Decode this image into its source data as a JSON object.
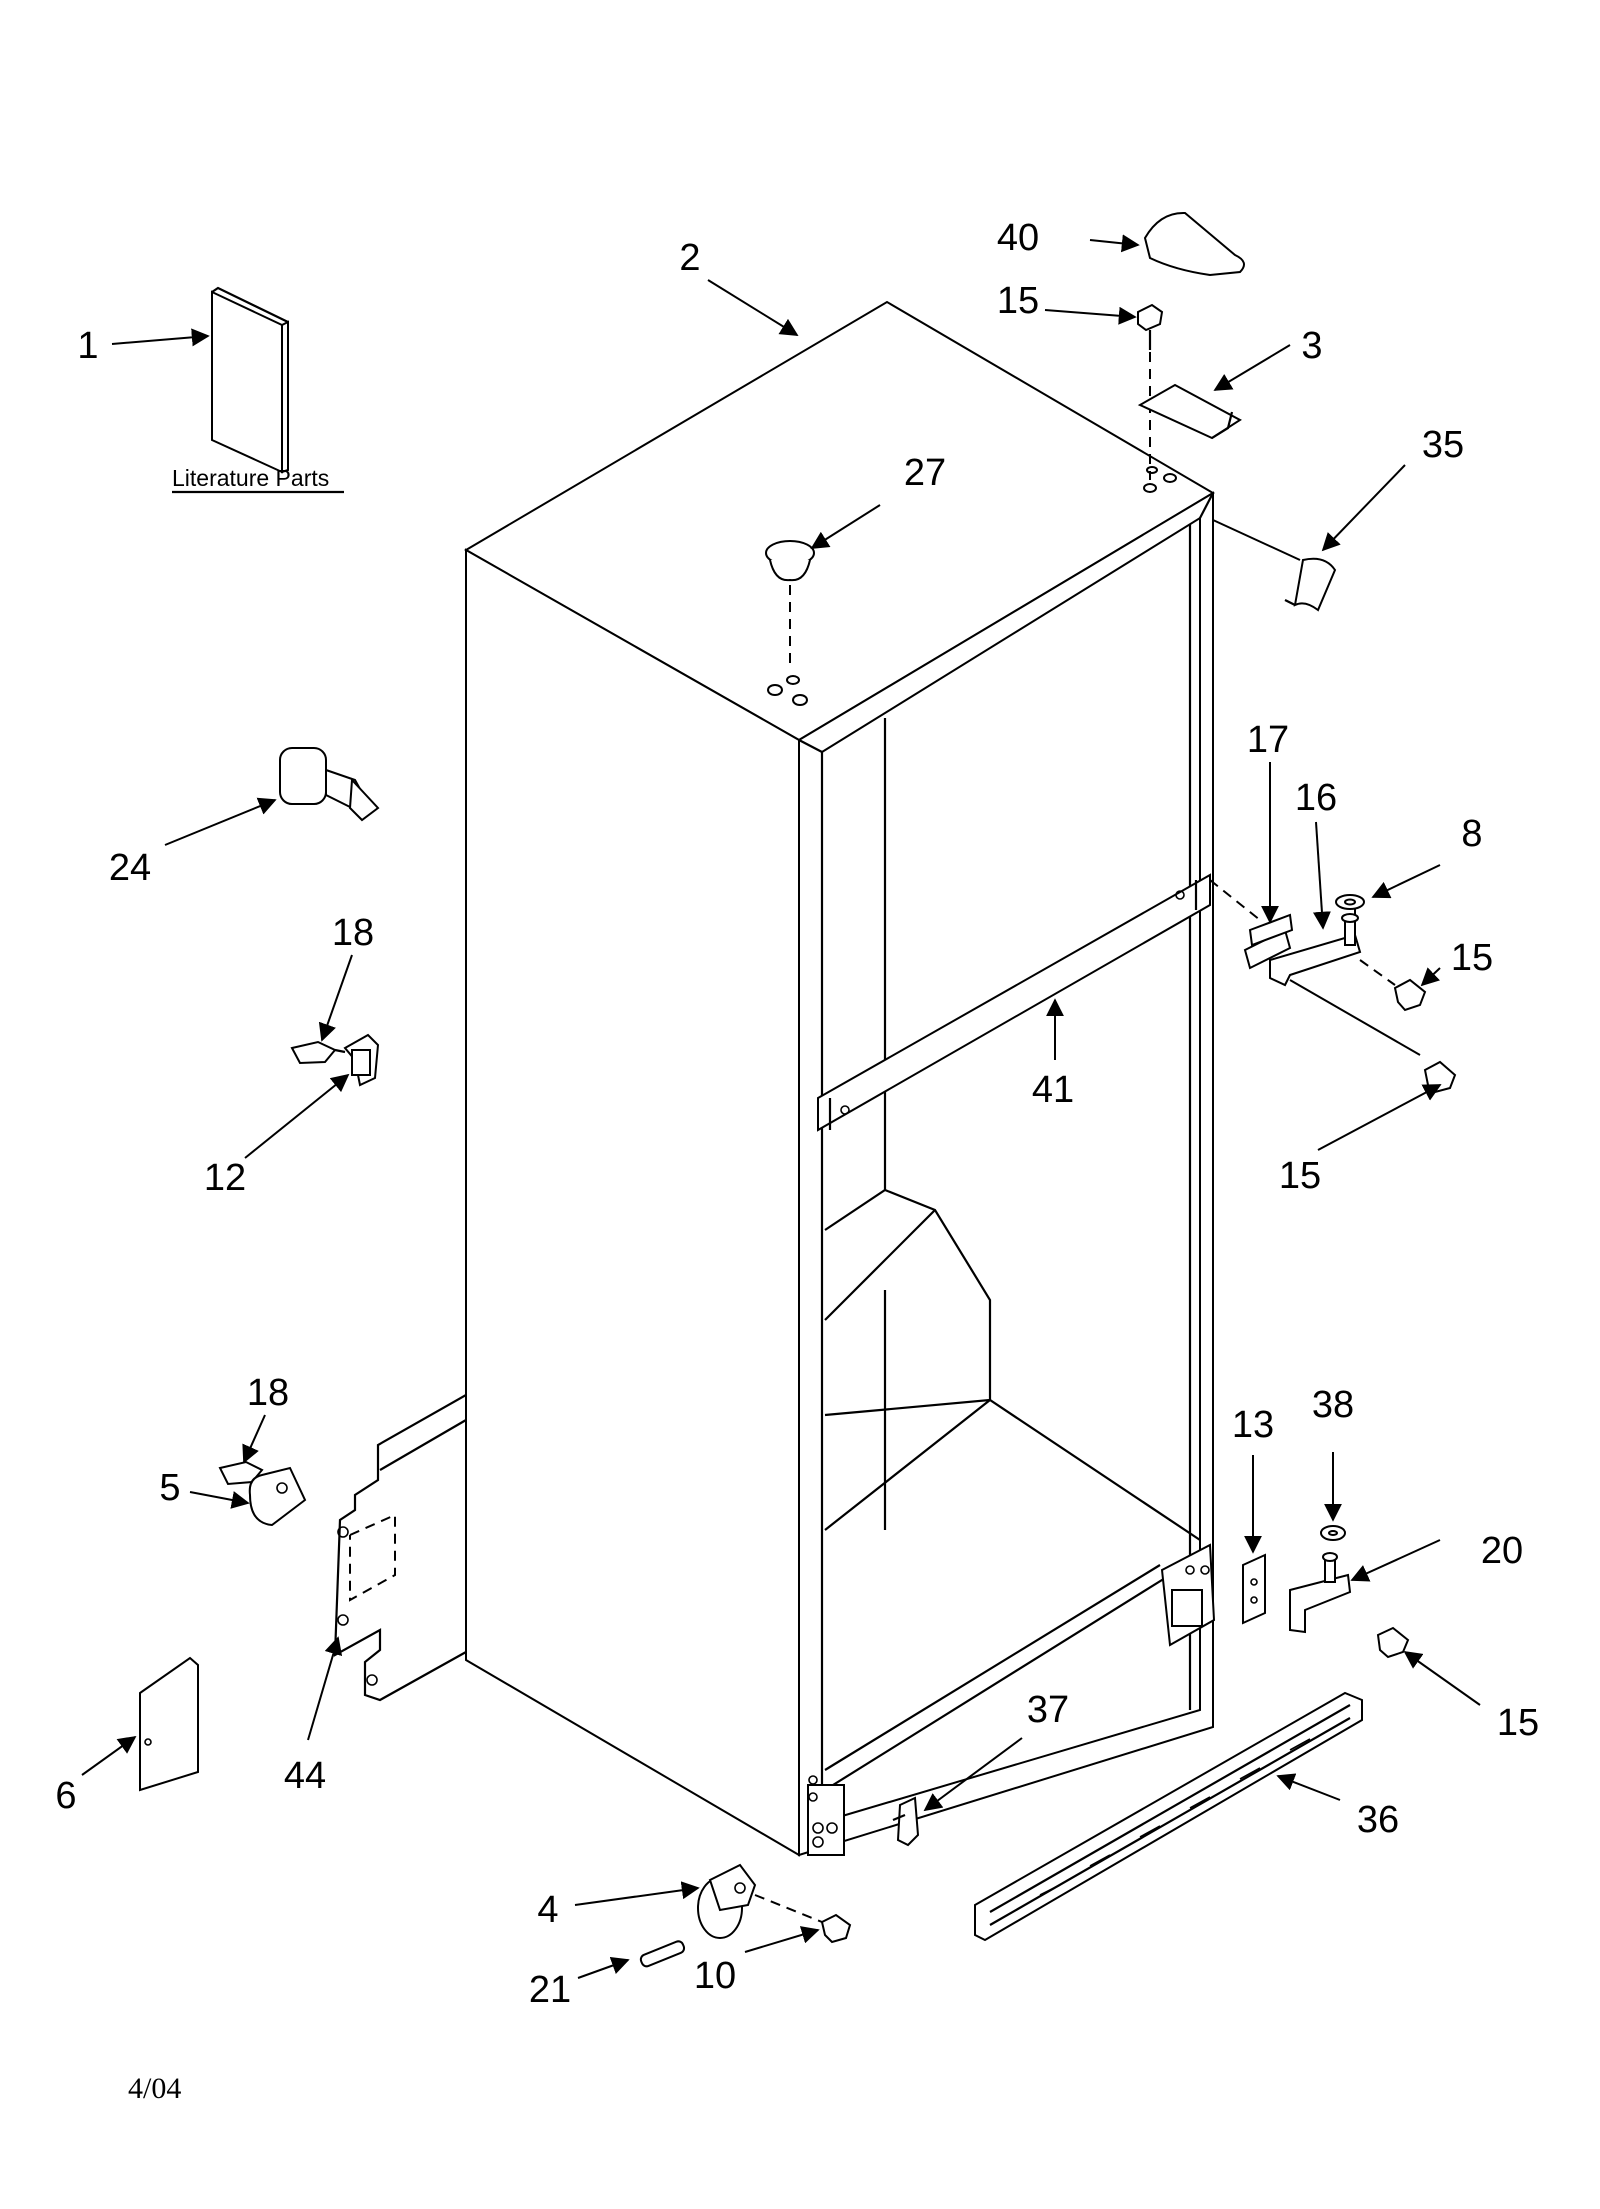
{
  "literature_caption": "Literature Parts",
  "date_code": "4/04",
  "callouts": [
    {
      "id": "c1",
      "label": "1"
    },
    {
      "id": "c2",
      "label": "2"
    },
    {
      "id": "c3",
      "label": "3"
    },
    {
      "id": "c4",
      "label": "4"
    },
    {
      "id": "c5",
      "label": "5"
    },
    {
      "id": "c6",
      "label": "6"
    },
    {
      "id": "c8",
      "label": "8"
    },
    {
      "id": "c10",
      "label": "10"
    },
    {
      "id": "c12",
      "label": "12"
    },
    {
      "id": "c13",
      "label": "13"
    },
    {
      "id": "c15a",
      "label": "15"
    },
    {
      "id": "c15b",
      "label": "15"
    },
    {
      "id": "c15c",
      "label": "15"
    },
    {
      "id": "c15d",
      "label": "15"
    },
    {
      "id": "c16",
      "label": "16"
    },
    {
      "id": "c17",
      "label": "17"
    },
    {
      "id": "c18a",
      "label": "18"
    },
    {
      "id": "c18b",
      "label": "18"
    },
    {
      "id": "c20",
      "label": "20"
    },
    {
      "id": "c21",
      "label": "21"
    },
    {
      "id": "c24",
      "label": "24"
    },
    {
      "id": "c27",
      "label": "27"
    },
    {
      "id": "c35",
      "label": "35"
    },
    {
      "id": "c36",
      "label": "36"
    },
    {
      "id": "c37",
      "label": "37"
    },
    {
      "id": "c38",
      "label": "38"
    },
    {
      "id": "c40",
      "label": "40"
    },
    {
      "id": "c41",
      "label": "41"
    },
    {
      "id": "c44",
      "label": "44"
    }
  ]
}
